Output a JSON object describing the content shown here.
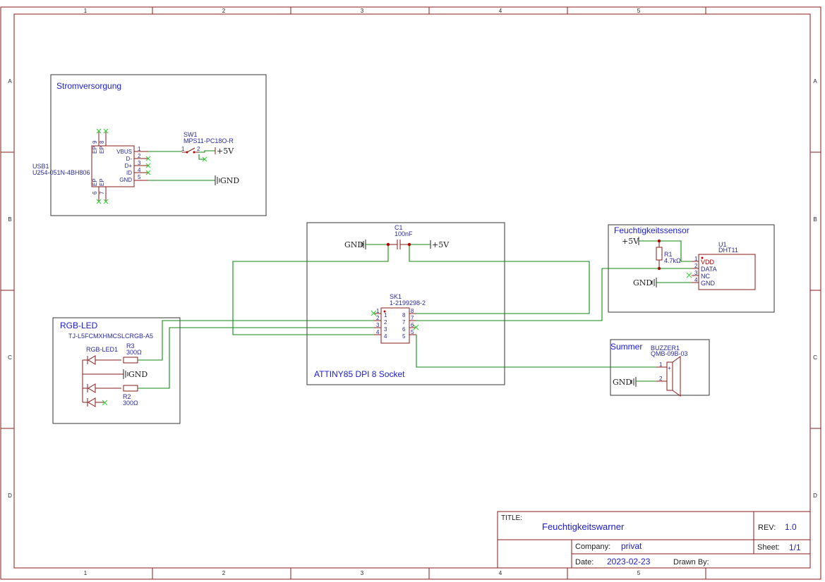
{
  "frame": {
    "columns": [
      "1",
      "2",
      "3",
      "4",
      "5"
    ],
    "rows": [
      "A",
      "B",
      "C",
      "D"
    ]
  },
  "title_block": {
    "title_label": "TITLE:",
    "title_value": "Feuchtigkeitswarner",
    "rev_label": "REV:",
    "rev_value": "1.0",
    "company_label": "Company:",
    "company_value": "privat",
    "sheet_label": "Sheet:",
    "sheet_value": "1/1",
    "date_label": "Date:",
    "date_value": "2023-02-23",
    "drawn_by_label": "Drawn By:"
  },
  "blocks": {
    "power": {
      "title": "Stromversorgung",
      "usb_ref": "USB1",
      "usb_value": "U254-051N-4BH806",
      "usb_pins": [
        "VBUS",
        "D-",
        "D+",
        "ID",
        "GND"
      ],
      "usb_pin_numbers": [
        "1",
        "2",
        "3",
        "4",
        "5"
      ],
      "usb_ep_top": [
        "EP",
        "9",
        "EP",
        "8"
      ],
      "usb_ep_bottom": [
        "6",
        "EP",
        "7",
        "EP"
      ],
      "sw_ref": "SW1",
      "sw_value": "MPS11-PC18O-R",
      "sw_pins": [
        "1",
        "2"
      ],
      "net_5v": "+5V",
      "net_gnd": "GND"
    },
    "mcu": {
      "title": "ATTINY85 DPI 8 Socket",
      "cap_ref": "C1",
      "cap_value": "100nF",
      "net_gnd": "GND",
      "net_5v": "+5V",
      "socket_ref": "SK1",
      "socket_value": "1-2199298-2",
      "left_pins": [
        "1",
        "2",
        "3",
        "4"
      ],
      "right_pins": [
        "8",
        "7",
        "6",
        "5"
      ]
    },
    "sensor": {
      "title": "Feuchtigkeitssensor",
      "net_5v": "+5V",
      "net_gnd": "GND",
      "r_ref": "R1",
      "r_value": "4.7kΩ",
      "u_ref": "U1",
      "u_value": "DHT11",
      "u_pins": [
        "VDD",
        "DATA",
        "NC",
        "GND"
      ],
      "u_pin_numbers": [
        "1",
        "2",
        "3",
        "4"
      ]
    },
    "led": {
      "title": "RGB-LED",
      "part_value": "TJ-L5FCMXHMCSLCRGB-A5",
      "led_ref": "RGB-LED1",
      "r3_ref": "R3",
      "r3_value": "300Ω",
      "r2_ref": "R2",
      "r2_value": "300Ω",
      "net_gnd": "GND"
    },
    "buzzer": {
      "title": "Summer",
      "ref": "BUZZER1",
      "value": "QMB-09B-03",
      "pins": [
        "1",
        "2"
      ],
      "polarity": "+",
      "net_gnd": "GND"
    }
  },
  "colors": {
    "frame": "#8b1a1a",
    "wire": "#118811",
    "no_connect": "#33cc33",
    "label_blue": "#1a1ad6"
  }
}
